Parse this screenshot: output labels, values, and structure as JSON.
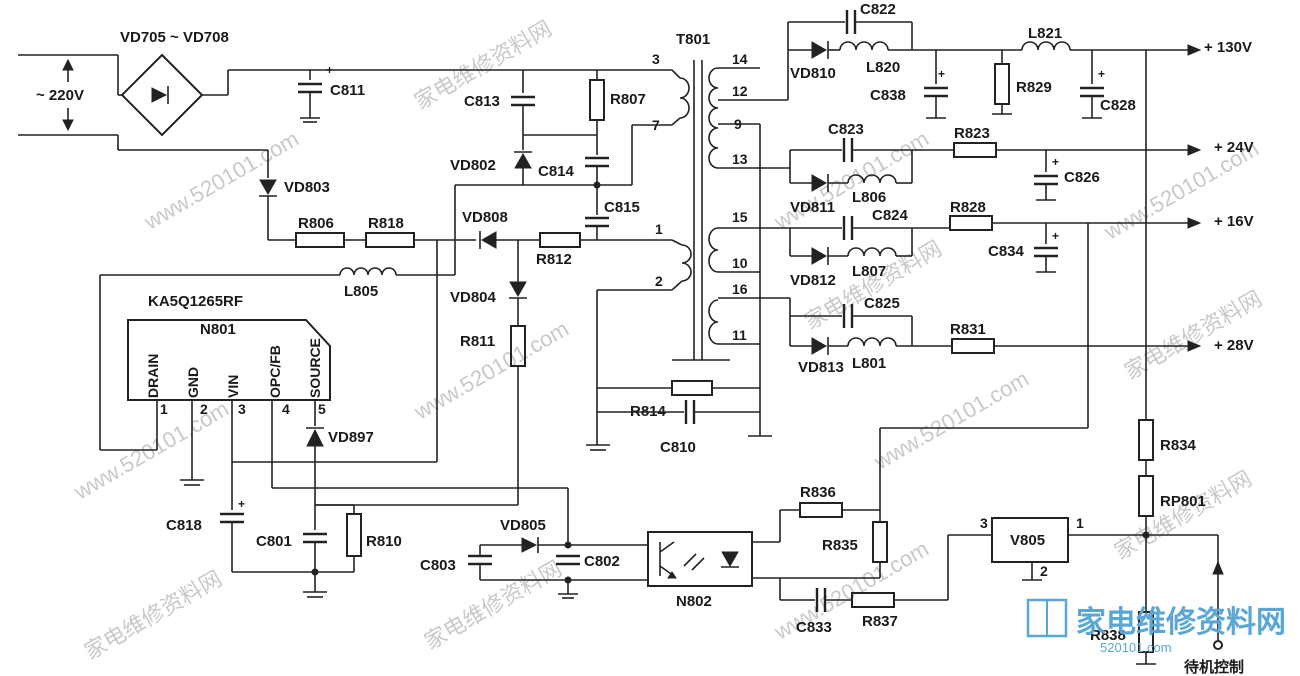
{
  "labels": {
    "bridge": "VD705 ~ VD708",
    "ac_input": "~ 220V",
    "transformer": "T801",
    "ic_part": "KA5Q1265RF",
    "ic_ref": "N801",
    "opto": "N802",
    "regulator": "V805",
    "standby": "待机控制"
  },
  "outputs": [
    "+ 130V",
    "+ 24V",
    "+ 16V",
    "+ 28V"
  ],
  "ic_pins": {
    "names": [
      "DRAIN",
      "GND",
      "VIN",
      "OPC/FB",
      "SOURCE"
    ],
    "numbers": [
      "1",
      "2",
      "3",
      "4",
      "5"
    ]
  },
  "transformer_pins": {
    "primary": [
      "3",
      "7",
      "1",
      "2"
    ],
    "secondary": [
      "14",
      "12",
      "9",
      "13",
      "15",
      "10",
      "16",
      "11"
    ]
  },
  "regulator_pins": [
    "3",
    "1",
    "2"
  ],
  "components": {
    "capacitors": [
      "C811",
      "C813",
      "C814",
      "C815",
      "C822",
      "C838",
      "C828",
      "C823",
      "C826",
      "C824",
      "C834",
      "C825",
      "C810",
      "C818",
      "C801",
      "C803",
      "C802",
      "C833"
    ],
    "resistors": [
      "R807",
      "R806",
      "R818",
      "R812",
      "R811",
      "R829",
      "R823",
      "R828",
      "R831",
      "R814",
      "R810",
      "R836",
      "R835",
      "R837",
      "R834",
      "RP801",
      "R838"
    ],
    "diodes": [
      "VD803",
      "VD802",
      "VD808",
      "VD804",
      "VD810",
      "VD811",
      "VD812",
      "VD813",
      "VD897",
      "VD805"
    ],
    "inductors": [
      "L805",
      "L820",
      "L821",
      "L806",
      "L807",
      "L801"
    ]
  },
  "watermarks": {
    "site": "www.520101.com",
    "cn": "家电维修资料网",
    "logo_cn": "家电维修资料网",
    "logo_url": "520101.com"
  },
  "colors": {
    "ink": "#222222",
    "watermark": "#c9c9c9",
    "logo": "#5aa7d6"
  }
}
